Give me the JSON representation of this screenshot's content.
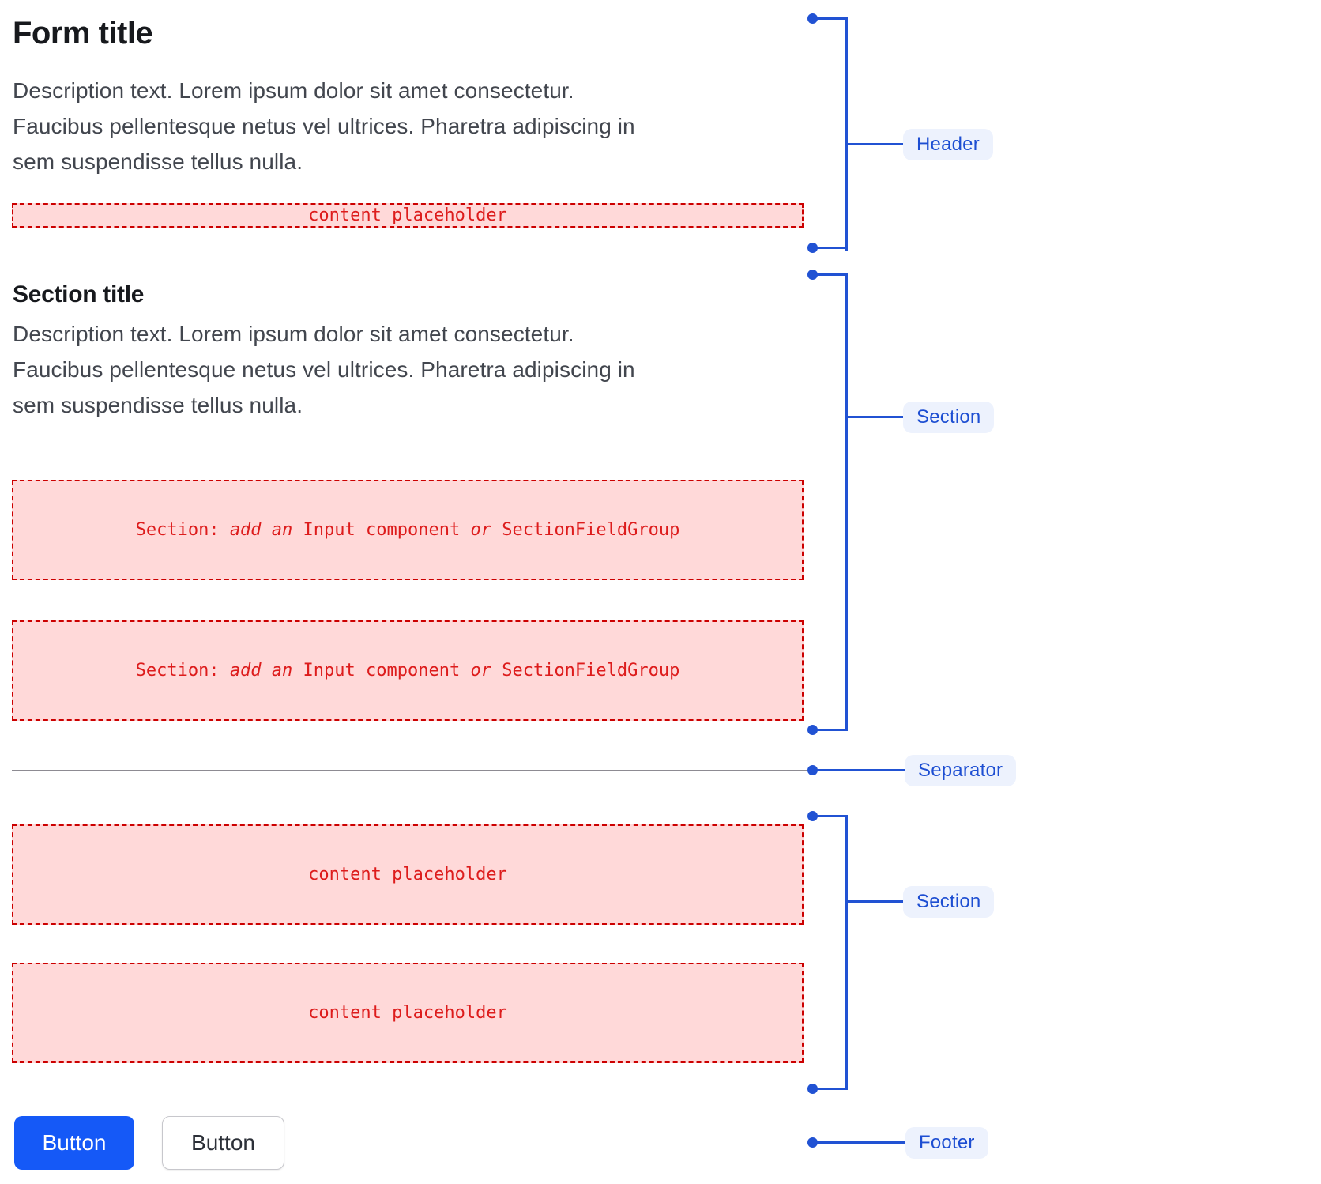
{
  "header": {
    "title": "Form title",
    "description_lines": [
      "Description text. Lorem ipsum dolor sit amet consectetur.",
      "Faucibus pellentesque netus vel ultrices. Pharetra adipiscing in",
      "sem suspendisse tellus nulla."
    ]
  },
  "section": {
    "title": "Section title"
  },
  "placeholders": {
    "content": "content placeholder",
    "section_rich": [
      {
        "t": "Section: ",
        "i": false
      },
      {
        "t": "add an",
        "i": true
      },
      {
        "t": " Input component ",
        "i": false
      },
      {
        "t": "or",
        "i": true
      },
      {
        "t": " SectionFieldGroup",
        "i": false
      }
    ]
  },
  "footer": {
    "primary_button": "Button",
    "secondary_button": "Button"
  },
  "annotations": {
    "header": "Header",
    "section_top": "Section",
    "separator": "Separator",
    "section_bottom": "Section",
    "footer": "Footer"
  },
  "colors": {
    "annotation_blue": "#2152d3",
    "chip_background": "#edf2fd",
    "chip_text": "#1d4ed2",
    "placeholder_background": "#ffd9d9",
    "placeholder_border": "#cc0000",
    "placeholder_text": "#dd1c1c",
    "primary_button_blue": "#1559f7",
    "separator_gray": "#8d8b92",
    "title_text": "#17191d",
    "description_text": "#42464e"
  }
}
